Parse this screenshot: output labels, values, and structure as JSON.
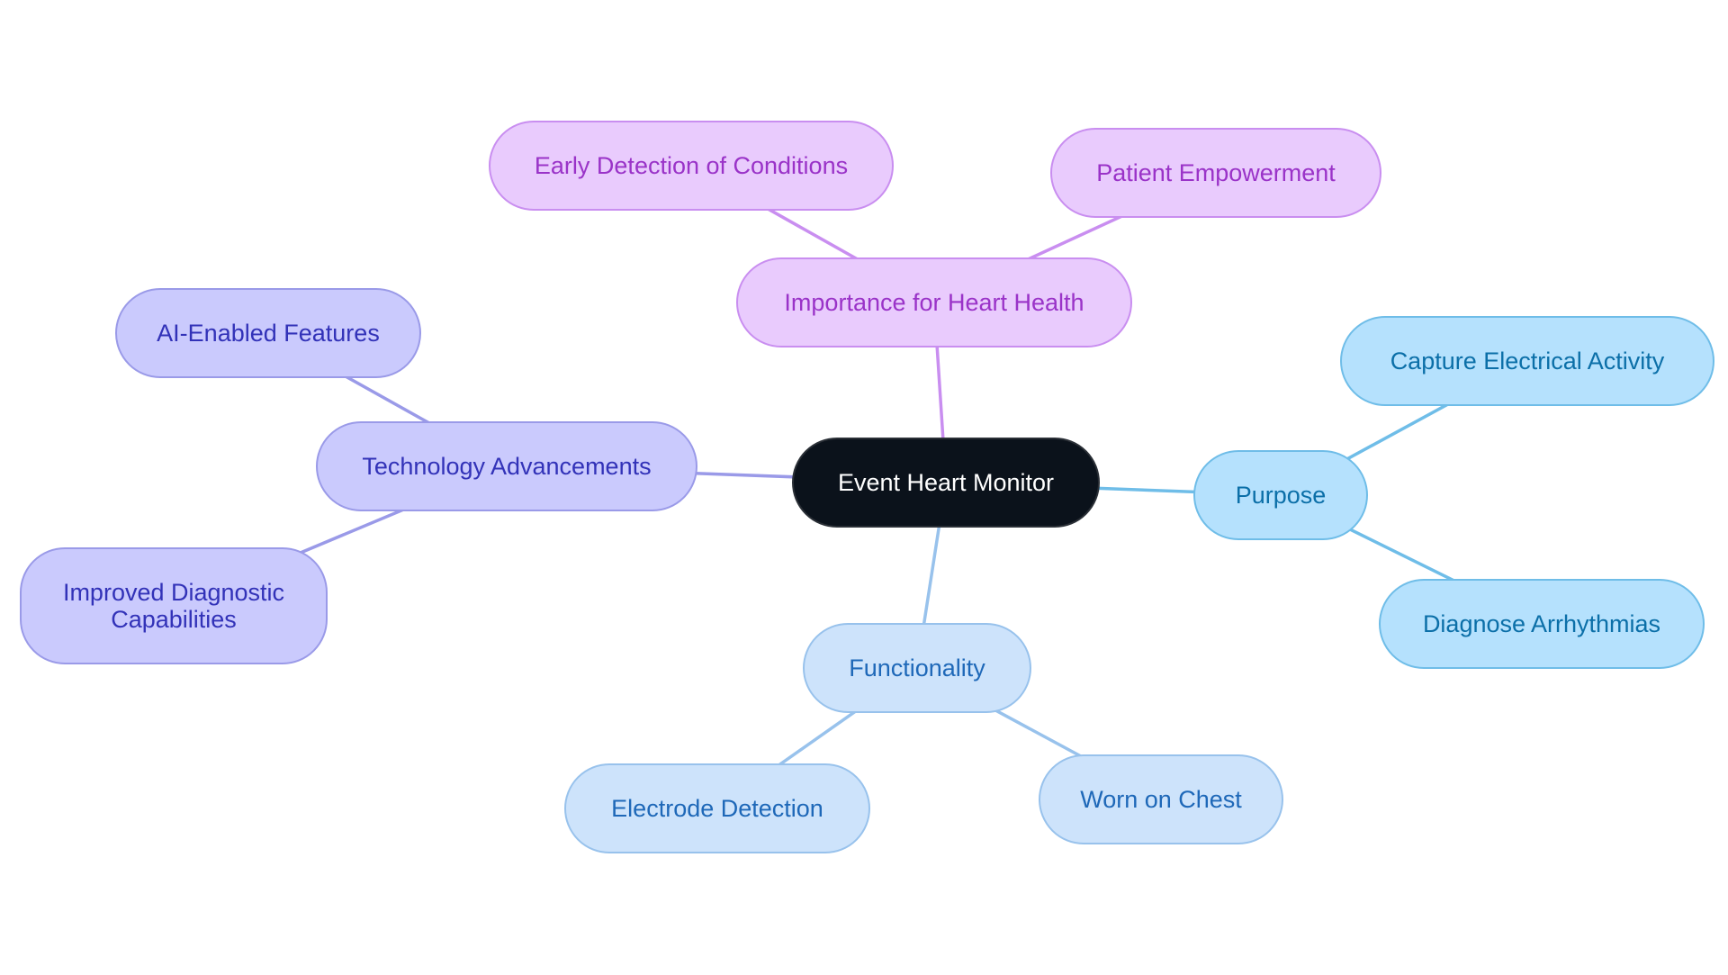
{
  "diagram": {
    "root": {
      "id": "event-heart-monitor",
      "label": "Event Heart Monitor",
      "theme": "dark"
    },
    "branches": [
      {
        "id": "importance-for-heart-health",
        "label": "Importance for Heart Health",
        "theme": "purple",
        "children": [
          {
            "id": "early-detection-of-conditions",
            "label": "Early Detection of Conditions"
          },
          {
            "id": "patient-empowerment",
            "label": "Patient Empowerment"
          }
        ]
      },
      {
        "id": "technology-advancements",
        "label": "Technology Advancements",
        "theme": "indigo",
        "children": [
          {
            "id": "ai-enabled-features",
            "label": "AI-Enabled Features"
          },
          {
            "id": "improved-diagnostic-capabilities",
            "label": "Improved Diagnostic\nCapabilities"
          }
        ]
      },
      {
        "id": "purpose",
        "label": "Purpose",
        "theme": "sky",
        "children": [
          {
            "id": "capture-electrical-activity",
            "label": "Capture Electrical Activity"
          },
          {
            "id": "diagnose-arrhythmias",
            "label": "Diagnose Arrhythmias"
          }
        ]
      },
      {
        "id": "functionality",
        "label": "Functionality",
        "theme": "lightblue",
        "children": [
          {
            "id": "electrode-detection",
            "label": "Electrode Detection"
          },
          {
            "id": "worn-on-chest",
            "label": "Worn on Chest"
          }
        ]
      }
    ]
  },
  "themes": {
    "dark": {
      "fill": "#0b121b",
      "stroke": "#2a2f36",
      "text": "#ffffff",
      "edge": "#000000"
    },
    "purple": {
      "fill": "#e9cbfd",
      "stroke": "#c98ef0",
      "text": "#9a33c8",
      "edge": "#c98ef0"
    },
    "indigo": {
      "fill": "#cacafd",
      "stroke": "#9a9ae8",
      "text": "#3232b8",
      "edge": "#9a9ae8"
    },
    "sky": {
      "fill": "#b5e1fd",
      "stroke": "#6fbde8",
      "text": "#0b6fa8",
      "edge": "#6fbde8"
    },
    "lightblue": {
      "fill": "#cde3fb",
      "stroke": "#98c2ec",
      "text": "#1e68b8",
      "edge": "#98c2ec"
    }
  }
}
